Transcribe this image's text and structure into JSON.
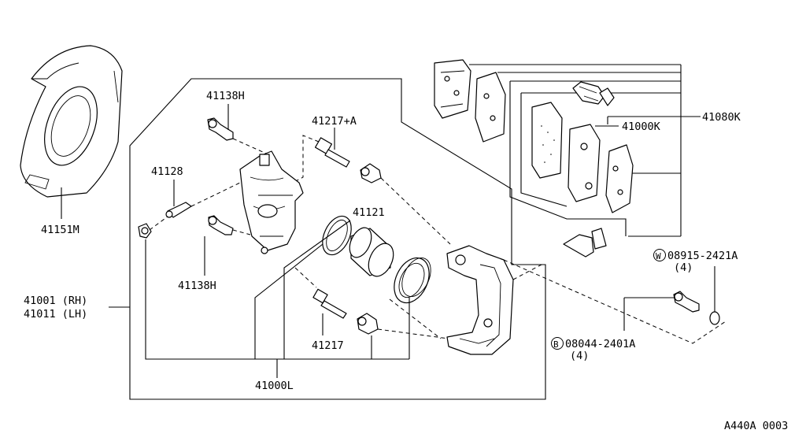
{
  "labels": {
    "p41151m": "41151M",
    "p41138h_top": "41138H",
    "p41217a": "41217+A",
    "p41128": "41128",
    "p41121": "41121",
    "p41138h_bottom": "41138H",
    "p41001": "41001 (RH)",
    "p41011": "41011 (LH)",
    "p41217": "41217",
    "p41000l": "41000L",
    "p41080k": "41080K",
    "p41000k": "41000K",
    "w_code": "08915-2421A",
    "w_marker": "W",
    "w_qty": "(4)",
    "b_code": "08044-2401A",
    "b_marker": "B",
    "b_qty": "(4)",
    "figure_id": "A440A 0003"
  }
}
